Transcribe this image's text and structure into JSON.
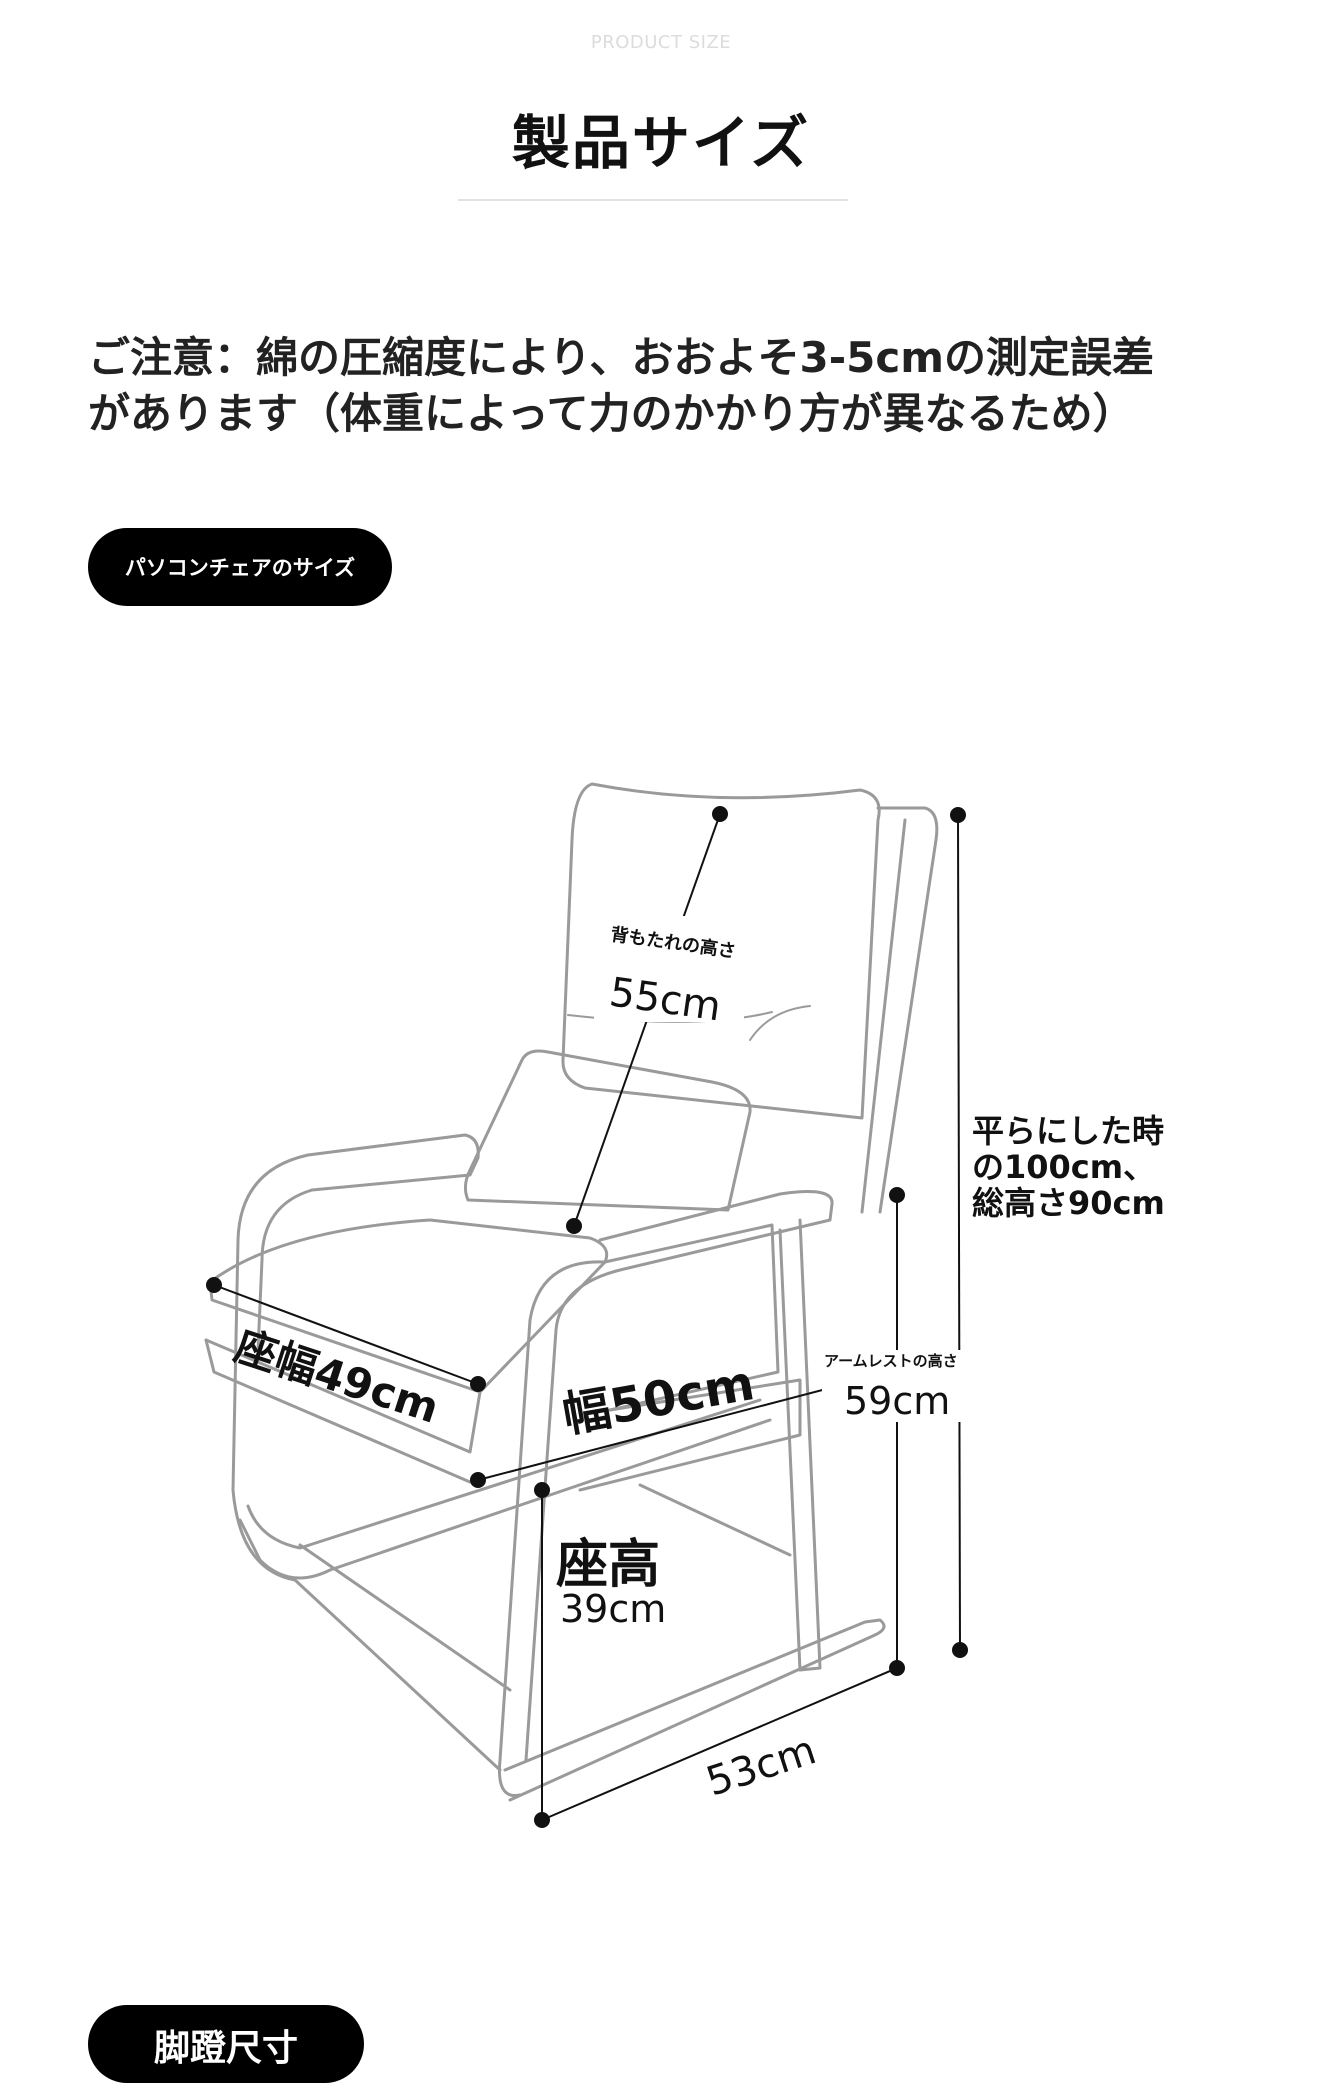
{
  "header": {
    "eyebrow": "PRODUCT SIZE",
    "title": "製品サイズ"
  },
  "notice": {
    "line1": "ご注意：綿の圧縮度により、おおよそ3-5cmの測定誤差",
    "line2": "があります（体重によって力のかかり方が異なるため）"
  },
  "sections": {
    "chair_size": "パソコンチェアのサイズ",
    "footstool_size": "脚蹬尺寸"
  },
  "dimensions": {
    "backrest": {
      "label": "背もたれの高さ",
      "value": "55cm"
    },
    "total_height": {
      "line1": "平らにした時",
      "line2": "の100cm、",
      "line3": "総高さ90cm"
    },
    "seat_width": {
      "label": "座幅49cm"
    },
    "width": {
      "label": "幅50cm"
    },
    "armrest": {
      "label": "アームレストの高さ",
      "value": "59cm"
    },
    "seat_height": {
      "label": "座高",
      "value": "39cm"
    },
    "depth": {
      "value": "53cm"
    }
  },
  "colors": {
    "outline": "#9a9a9a",
    "dimension_line": "#111111",
    "pill_bg": "#000000"
  }
}
